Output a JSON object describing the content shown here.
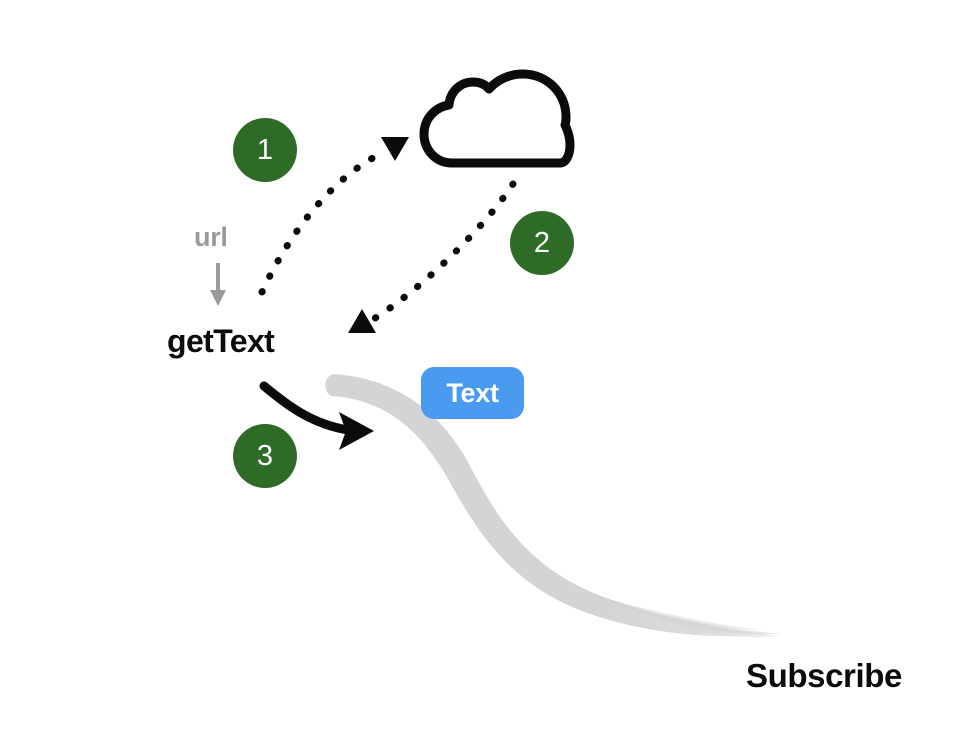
{
  "diagram": {
    "title": "getText flow diagram",
    "background_color": "#ffffff",
    "colors": {
      "step_green": "#2d6b26",
      "chip_blue": "#4a9bf0",
      "label_gray": "#9a9a9a",
      "swoosh_gray": "#d4d4d4",
      "ink_black": "#0b0b0b"
    },
    "steps": [
      {
        "number": "1",
        "name": "request-step"
      },
      {
        "number": "2",
        "name": "response-step"
      },
      {
        "number": "3",
        "name": "emit-step"
      }
    ],
    "labels": {
      "url": "url",
      "gettext": "getText",
      "subscribe": "Subscribe",
      "text_chip": "Text"
    },
    "icons": {
      "cloud": "cloud-icon",
      "url_arrow": "down-arrow-icon",
      "arrow_1": "dotted-arrow-up-right-icon",
      "arrow_2": "dotted-arrow-down-left-icon",
      "arrow_3": "curved-arrow-right-icon",
      "swoosh": "brush-stroke-swoosh"
    }
  }
}
